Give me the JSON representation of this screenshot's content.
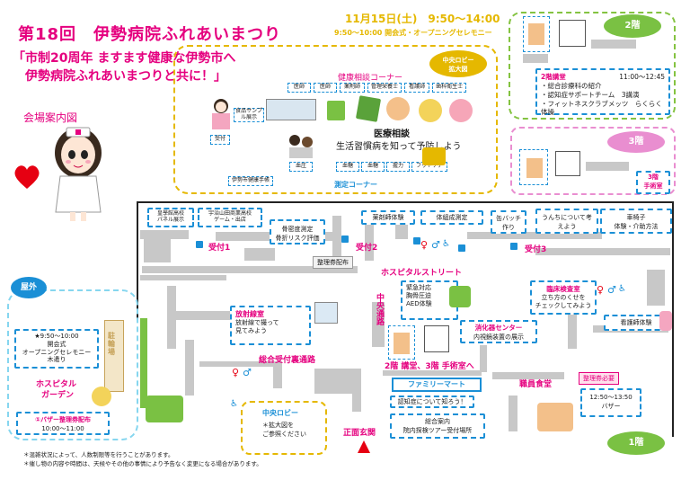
{
  "header": {
    "title": "第18回　伊勢病院ふれあいまつり",
    "date": "11月15日(土)　9:50～14:00",
    "opening": "9:50～10:00 開会式・オープニングセレモニー",
    "slogan_line1": "「市制20周年 ますます健康な伊勢市へ",
    "slogan_line2": "伊勢病院ふれあいまつりと共に！」",
    "map_title": "会場案内図"
  },
  "floors": {
    "second": "2階",
    "third": "3階",
    "first": "1階",
    "outside": "屋外"
  },
  "second_floor": {
    "lecture_title": "2階講堂",
    "lecture_time": "11:00～12:45",
    "lecture_items": [
      "・総合診療科の紹介",
      "・認知症サポートチーム　3講演",
      "・フィットネスクラブメッツ　らくらく体操"
    ]
  },
  "third_floor": {
    "op_room_line1": "3階",
    "op_room_line2": "手術室"
  },
  "health_corner": {
    "lobby_badge_line1": "中央ロビー",
    "lobby_badge_line2": "拡大図",
    "title": "健康相談コーナー",
    "staff": [
      "医師",
      "医師",
      "薬剤師",
      "管理栄養士",
      "看護師",
      "歯科衛生士"
    ],
    "reception": "受付",
    "food_display": "食品サンプル展示",
    "consult_title": "医療相談",
    "consult_subtitle": "生活習慣病を知って予防しよう",
    "measure": [
      "血圧",
      "血糖",
      "血糖",
      "握力",
      "フットケア"
    ],
    "health_passport": "伊勢市健康手帳",
    "measure_corner": "測定コーナー"
  },
  "booths": {
    "kaisei": [
      "皇學館高校",
      "パネル展示"
    ],
    "ujiyamada": [
      "宇治山田商業高校",
      "ゲーム・出店"
    ],
    "bone": [
      "骨密度測定",
      "骨折リスク評価"
    ],
    "pharmacist": "薬剤師体験",
    "body_comp": "体組成測定",
    "patch": [
      "缶バッチ",
      "作り"
    ],
    "depression": [
      "うんちについて考",
      "えよう"
    ],
    "wheelchair": [
      "車椅子",
      "体験・介助方法"
    ],
    "reception1": "受付1",
    "reception2": "受付2",
    "reception3": "受付3",
    "ticket_dist": "整理券配布",
    "hospital_street": "ホスピタルストリート",
    "radiology_title": "放射線室",
    "radiology_desc": [
      "放射線で撮って",
      "見てみよう"
    ],
    "emergency": [
      "緊急対応",
      "胸骨圧迫",
      "AED体験"
    ],
    "central_passage": "中央通路",
    "endo_title": "消化器センター",
    "endo_desc": "内視鏡装置の展示",
    "lab_title": "臨床検査室",
    "lab_desc": [
      "立ち方のくせを",
      "チェックしてみよう"
    ],
    "nurse_exp": "看護師体験",
    "general_reception_passage": "総合受付裏通路",
    "stairs_note": "2階 講堂、3階 手術室へ",
    "familymart": "ファミリーマート",
    "dementia": "認知症について知ろう！",
    "general_reception": [
      "総合案内",
      "院内探検ツアー受付場所"
    ],
    "staff_cafeteria": "職員食堂",
    "ticket_required": "整理券必要",
    "bazaar_time": "12:50～13:50",
    "bazaar": "バザー",
    "central_lobby": "中央ロビー",
    "central_lobby_note": [
      "＊拡大図を",
      "ご参照ください"
    ],
    "main_entrance": "正面玄関"
  },
  "outside": {
    "ceremony_time": "★9:50～10:00",
    "ceremony_items": [
      "開会式",
      "オープニングセレモニー",
      "木遣り"
    ],
    "parking": "駐輪場",
    "garden_line1": "ホスピタル",
    "garden_line2": "ガーデン",
    "bazaar_ticket_title": "①バザー整理券配布",
    "bazaar_ticket_time": "10:00～11:00"
  },
  "footnotes": [
    "＊混雑状況によって、人数制限等を行うことがあります。",
    "＊催し物の内容や時間は、天候やその他の事情により予告なく変更になる場合があります。"
  ],
  "colors": {
    "accent_pink": "#e5007f",
    "accent_blue": "#1a8fd6",
    "floor_green": "#7ac143",
    "date_yellow": "#e5b800"
  }
}
